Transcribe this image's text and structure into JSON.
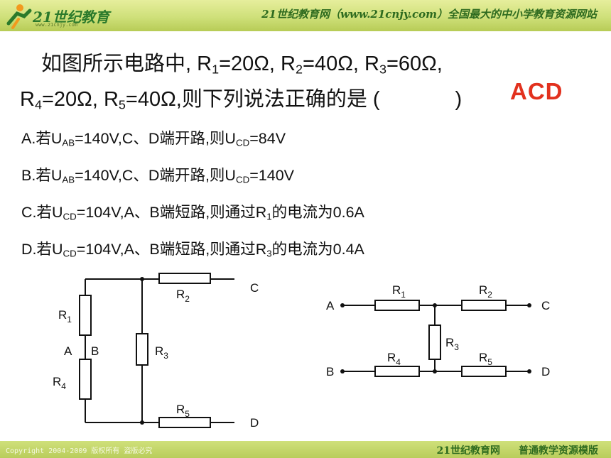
{
  "header": {
    "logo_text": "21世纪教育",
    "logo_url_text": "www.21cnjy.com",
    "slogan": "21世纪教育网（www.21cnjy.com）全国最大的中小学教育资源网站"
  },
  "question": {
    "line1_prefix": "如图所示电路中, R",
    "r1_value": "=20Ω, R",
    "r2_value": "=40Ω, R",
    "r3_value": "=60Ω,",
    "line2_r": "R",
    "r4_value": "=20Ω, R",
    "r5_value": "=40Ω,则下列说法正确的是 (",
    "close": ")",
    "answer": "ACD",
    "sub1": "1",
    "sub2": "2",
    "sub3": "3",
    "sub4": "4",
    "sub5": "5"
  },
  "options": {
    "a": {
      "pre": "A.若U",
      "sub": "AB",
      "mid": "=140V,C、D端开路,则U",
      "sub2": "CD",
      "end": "=84V"
    },
    "b": {
      "pre": "B.若U",
      "sub": "AB",
      "mid": "=140V,C、D端开路,则U",
      "sub2": "CD",
      "end": "=140V"
    },
    "c": {
      "pre": "C.若U",
      "sub": "CD",
      "mid": "=104V,A、B端短路,则通过R",
      "sub2": "1",
      "end": "的电流为0.6A"
    },
    "d": {
      "pre": "D.若U",
      "sub": "CD",
      "mid": "=104V,A、B端短路,则通过R",
      "sub2": "3",
      "end": "的电流为0.4A"
    }
  },
  "circuit_left": {
    "C": "C",
    "D": "D",
    "A": "A",
    "B": "B",
    "R": "R",
    "s1": "1",
    "s2": "2",
    "s3": "3",
    "s4": "4",
    "s5": "5"
  },
  "circuit_right": {
    "A": "A",
    "B": "B",
    "C": "C",
    "D": "D",
    "R": "R",
    "s1": "1",
    "s2": "2",
    "s3": "3",
    "s4": "4",
    "s5": "5"
  },
  "footer": {
    "copyright": "Copyright 2004-2009 版权所有 盗版必究",
    "site": "21世纪教育网",
    "template": "普通教学资源模版"
  },
  "colors": {
    "header": "#cfe07a",
    "answer": "#e2311e",
    "slogan": "#2e6b1f"
  }
}
